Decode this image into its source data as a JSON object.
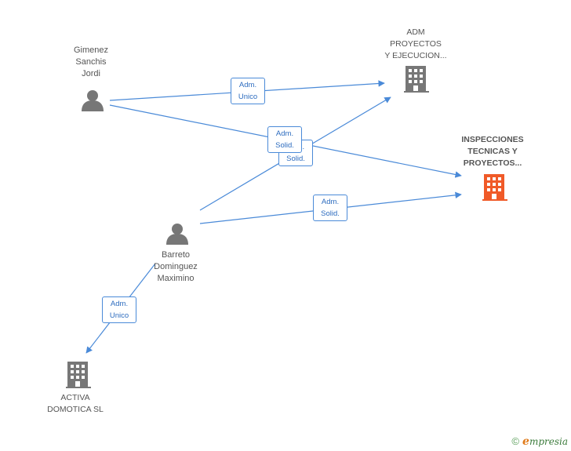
{
  "nodes": {
    "gimenez": {
      "lines": [
        "Gimenez",
        "Sanchis",
        "Jordi"
      ],
      "type": "person"
    },
    "barreto": {
      "lines": [
        "Barreto",
        "Dominguez",
        "Maximino"
      ],
      "type": "person"
    },
    "adm": {
      "lines": [
        "ADM",
        "PROYECTOS",
        "Y EJECUCION..."
      ],
      "type": "company"
    },
    "inspecciones": {
      "lines": [
        "INSPECCIONES",
        "TECNICAS Y",
        "PROYECTOS..."
      ],
      "type": "company-focus"
    },
    "activa": {
      "lines": [
        "ACTIVA",
        "DOMOTICA SL"
      ],
      "type": "company"
    }
  },
  "edges": {
    "gimenez_adm": [
      "Adm.",
      "Unico"
    ],
    "gimenez_inspecciones": [
      "Adm.",
      "Solid."
    ],
    "barreto_adm": [
      "Adm.",
      "Solid."
    ],
    "barreto_inspecciones": [
      "Adm.",
      "Solid."
    ],
    "barreto_activa": [
      "Adm.",
      "Unico"
    ]
  },
  "colors": {
    "edge": "#4a8ad8",
    "person_icon": "#777777",
    "company_icon": "#777777",
    "focus_icon": "#f05a28"
  },
  "watermark": {
    "copyright": "©",
    "brand_first": "e",
    "brand_rest": "mpresia"
  }
}
